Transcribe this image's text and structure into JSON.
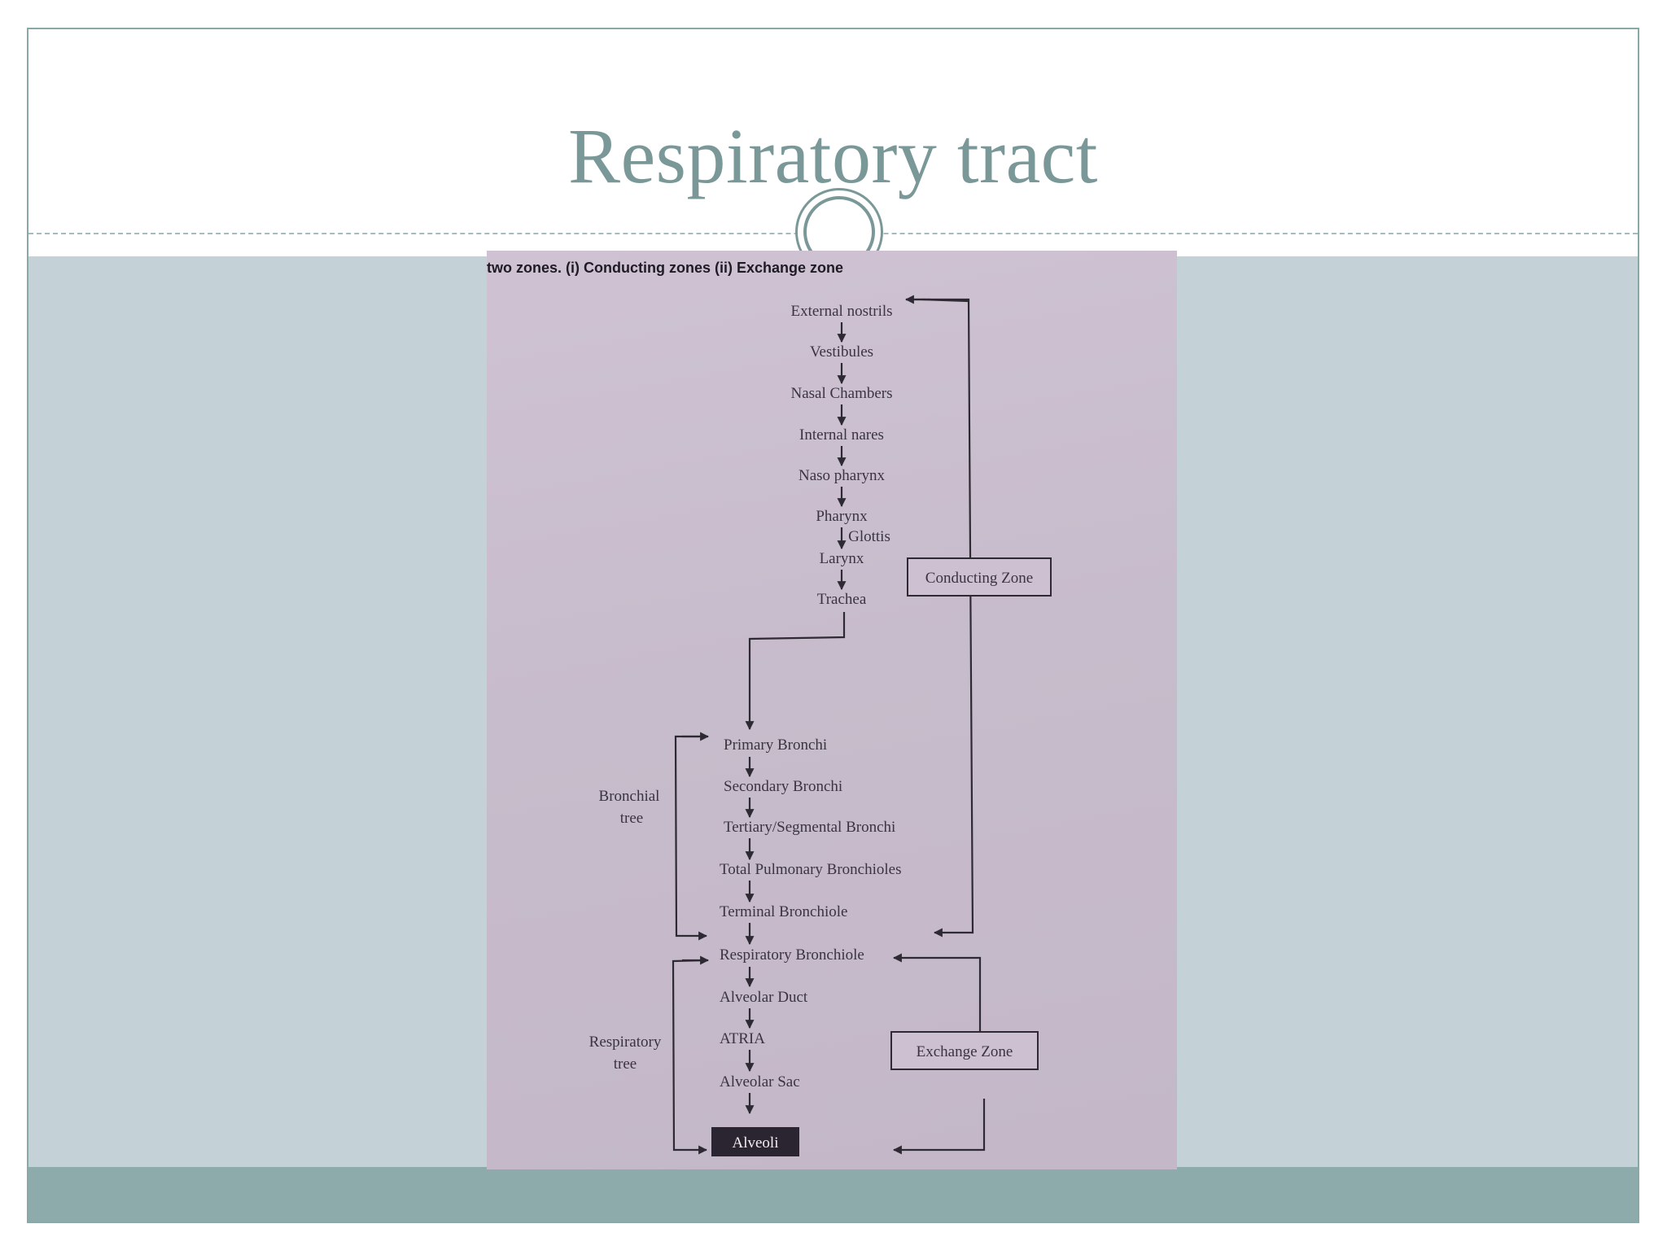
{
  "slide": {
    "title": "Respiratory tract"
  },
  "diagram": {
    "heading": "two zones. (i) Conducting zones (ii) Exchange zone",
    "conducting_steps": [
      "External nostrils",
      "Vestibules",
      "Nasal Chambers",
      "Internal nares",
      "Naso pharynx",
      "Pharynx",
      "Larynx",
      "Trachea"
    ],
    "glottis_label": "Glottis",
    "bronchial_steps": [
      "Primary Bronchi",
      "Secondary Bronchi",
      "Tertiary/Segmental Bronchi",
      "Total Pulmonary Bronchioles",
      "Terminal Bronchiole"
    ],
    "exchange_steps": [
      "Respiratory Bronchiole",
      "Alveolar Duct",
      "ATRIA",
      "Alveolar Sac",
      "Alveoli"
    ],
    "conducting_zone_label": "Conducting Zone",
    "exchange_zone_label": "Exchange Zone",
    "bronchial_tree_label": [
      "Bronchial",
      "tree"
    ],
    "respiratory_tree_label": [
      "Respiratory",
      "tree"
    ]
  },
  "colors": {
    "title": "#7a9898",
    "content_band": "#c4d1d7",
    "footer_band": "#8eabab"
  }
}
